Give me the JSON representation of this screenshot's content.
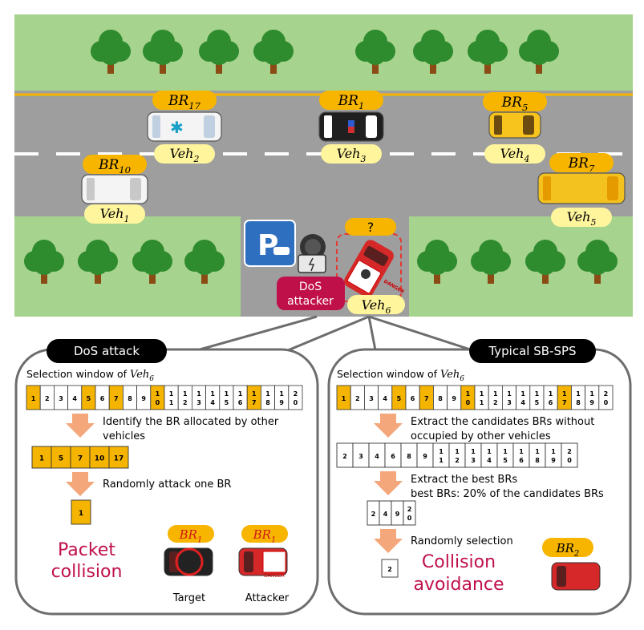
{
  "scene": {
    "vehicles": [
      {
        "id": "veh2",
        "br_main": "BR",
        "br_sub": "17",
        "veh_main": "Veh",
        "veh_sub": "2",
        "kind": "ambulance"
      },
      {
        "id": "veh3",
        "br_main": "BR",
        "br_sub": "1",
        "veh_main": "Veh",
        "veh_sub": "3",
        "kind": "police"
      },
      {
        "id": "veh4",
        "br_main": "BR",
        "br_sub": "5",
        "veh_main": "Veh",
        "veh_sub": "4",
        "kind": "taxi"
      },
      {
        "id": "veh1",
        "br_main": "BR",
        "br_sub": "10",
        "veh_main": "Veh",
        "veh_sub": "1",
        "kind": "truck"
      },
      {
        "id": "veh5",
        "br_main": "BR",
        "br_sub": "7",
        "veh_main": "Veh",
        "veh_sub": "5",
        "kind": "bus"
      }
    ],
    "attacker_vehicle": {
      "query": "?",
      "veh_main": "Veh",
      "veh_sub": "6",
      "danger": "DANGER"
    },
    "attacker_label_line1": "DoS",
    "attacker_label_line2": "attacker",
    "parking_letter": "P"
  },
  "left_panel": {
    "title": "DoS attack",
    "window_label": "Selection window of ",
    "window_var_main": "Veh",
    "window_var_sub": "6",
    "window_slots": [
      "1",
      "2",
      "3",
      "4",
      "5",
      "6",
      "7",
      "8",
      "9",
      "10",
      "11",
      "12",
      "13",
      "14",
      "15",
      "16",
      "17",
      "18",
      "19",
      "20"
    ],
    "highlight": [
      "1",
      "5",
      "7",
      "10",
      "17"
    ],
    "step1": "Identify the BR allocated by other",
    "step1b": "vehicles",
    "allocated": [
      "1",
      "5",
      "7",
      "10",
      "17"
    ],
    "step2": "Randomly attack one BR",
    "chosen": "1",
    "result_line1": "Packet",
    "result_line2": "collision",
    "target_br_main": "BR",
    "target_br_sub": "1",
    "attacker_br_main": "BR",
    "attacker_br_sub": "1",
    "target_label": "Target",
    "attacker_label": "Attacker",
    "danger": "DANGER"
  },
  "right_panel": {
    "title": "Typical SB-SPS",
    "window_label": "Selection window of ",
    "window_var_main": "Veh",
    "window_var_sub": "6",
    "window_slots": [
      "1",
      "2",
      "3",
      "4",
      "5",
      "6",
      "7",
      "8",
      "9",
      "10",
      "11",
      "12",
      "13",
      "14",
      "15",
      "16",
      "17",
      "18",
      "19",
      "20"
    ],
    "highlight": [
      "1",
      "5",
      "7",
      "10",
      "17"
    ],
    "step1": "Extract the candidates BRs without",
    "step1b": "occupied by other vehicles",
    "candidates": [
      "2",
      "3",
      "4",
      "6",
      "8",
      "9",
      "11",
      "12",
      "13",
      "14",
      "15",
      "16",
      "18",
      "19",
      "20"
    ],
    "step2": "Extract the best BRs",
    "step2b": "best BRs: 20% of the candidates BRs",
    "best": [
      "2",
      "4",
      "9",
      "20"
    ],
    "step3": "Randomly selection",
    "chosen": "2",
    "result_line1": "Collision",
    "result_line2": "avoidance",
    "br_main": "BR",
    "br_sub": "2"
  },
  "colors": {
    "grass": "#a6d38d",
    "road": "#9e9e9e",
    "yellow": "#f7b500",
    "pale": "#fff59d",
    "crimson": "#c0104a",
    "slot": "#f5b400",
    "tree": "#2e8b2e",
    "trunk": "#8a4b14"
  }
}
